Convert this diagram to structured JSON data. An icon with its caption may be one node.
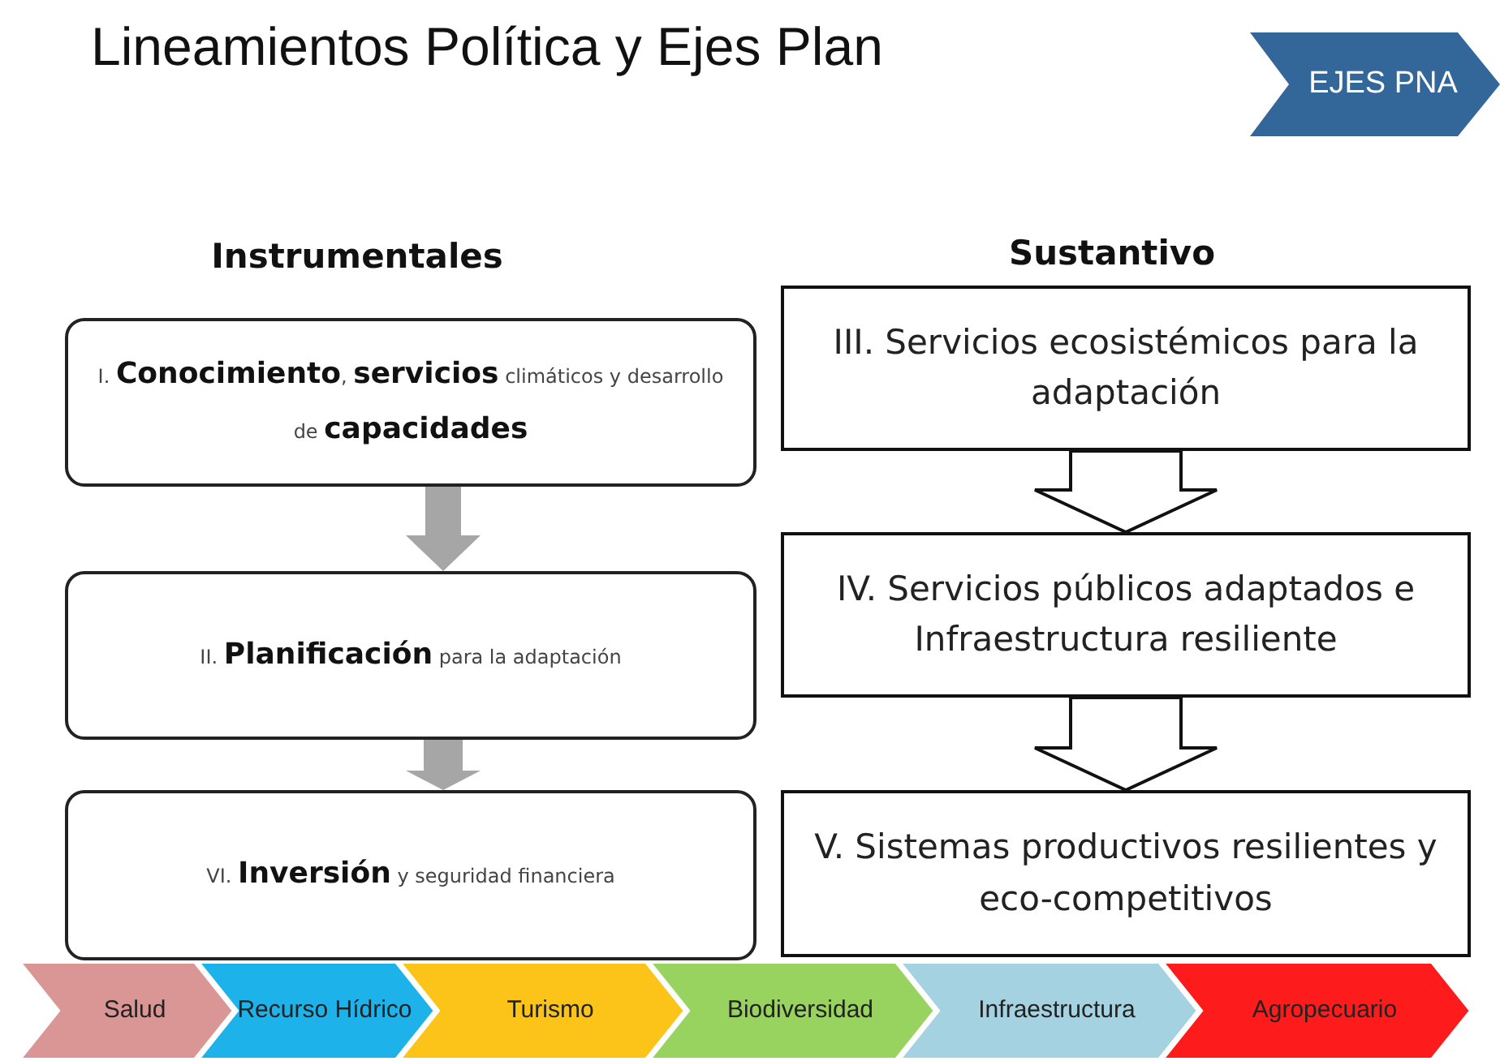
{
  "diagram": {
    "title": "Lineamientos Política y Ejes Plan",
    "nodes": [
      {
        "text": [
          "EJES PNA"
        ]
      },
      {
        "text": [
          "I. **Conocimiento**, **servicios** climáticos y desarrollo de **capacidades**"
        ]
      },
      {
        "text": [
          "II. **Planificación** para la adaptación"
        ]
      },
      {
        "text": [
          "VI. **Inversión** y seguridad financiera"
        ]
      },
      {
        "text": [
          "III. Servicios ecosistémicos para la adaptación"
        ]
      },
      {
        "text": [
          "IV. Servicios públicos adaptados e Infraestructura resiliente"
        ]
      },
      {
        "text": [
          "V. Sistemas productivos resilientes y eco-competitivos"
        ]
      },
      {
        "text": [
          "Salud"
        ]
      },
      {
        "text": [
          "Recurso Hídrico"
        ]
      },
      {
        "text": [
          "Turismo"
        ]
      },
      {
        "text": [
          "Biodiversidad"
        ]
      },
      {
        "text": [
          "Infraestructura"
        ]
      },
      {
        "text": [
          "Agropecuario"
        ]
      }
    ],
    "edges": [
      {
        "from": 1,
        "to": 2,
        "arrow": "to",
        "style": "thick",
        "color": "#a6a6a6"
      },
      {
        "from": 2,
        "to": 3,
        "arrow": "to",
        "style": "thick",
        "color": "#a6a6a6"
      },
      {
        "from": 4,
        "to": 5,
        "arrow": "to",
        "style": "thick"
      },
      {
        "from": 5,
        "to": 6,
        "arrow": "to",
        "style": "thick"
      }
    ],
    "labels": [
      "Instrumentales",
      "Sustantivo"
    ]
  }
}
